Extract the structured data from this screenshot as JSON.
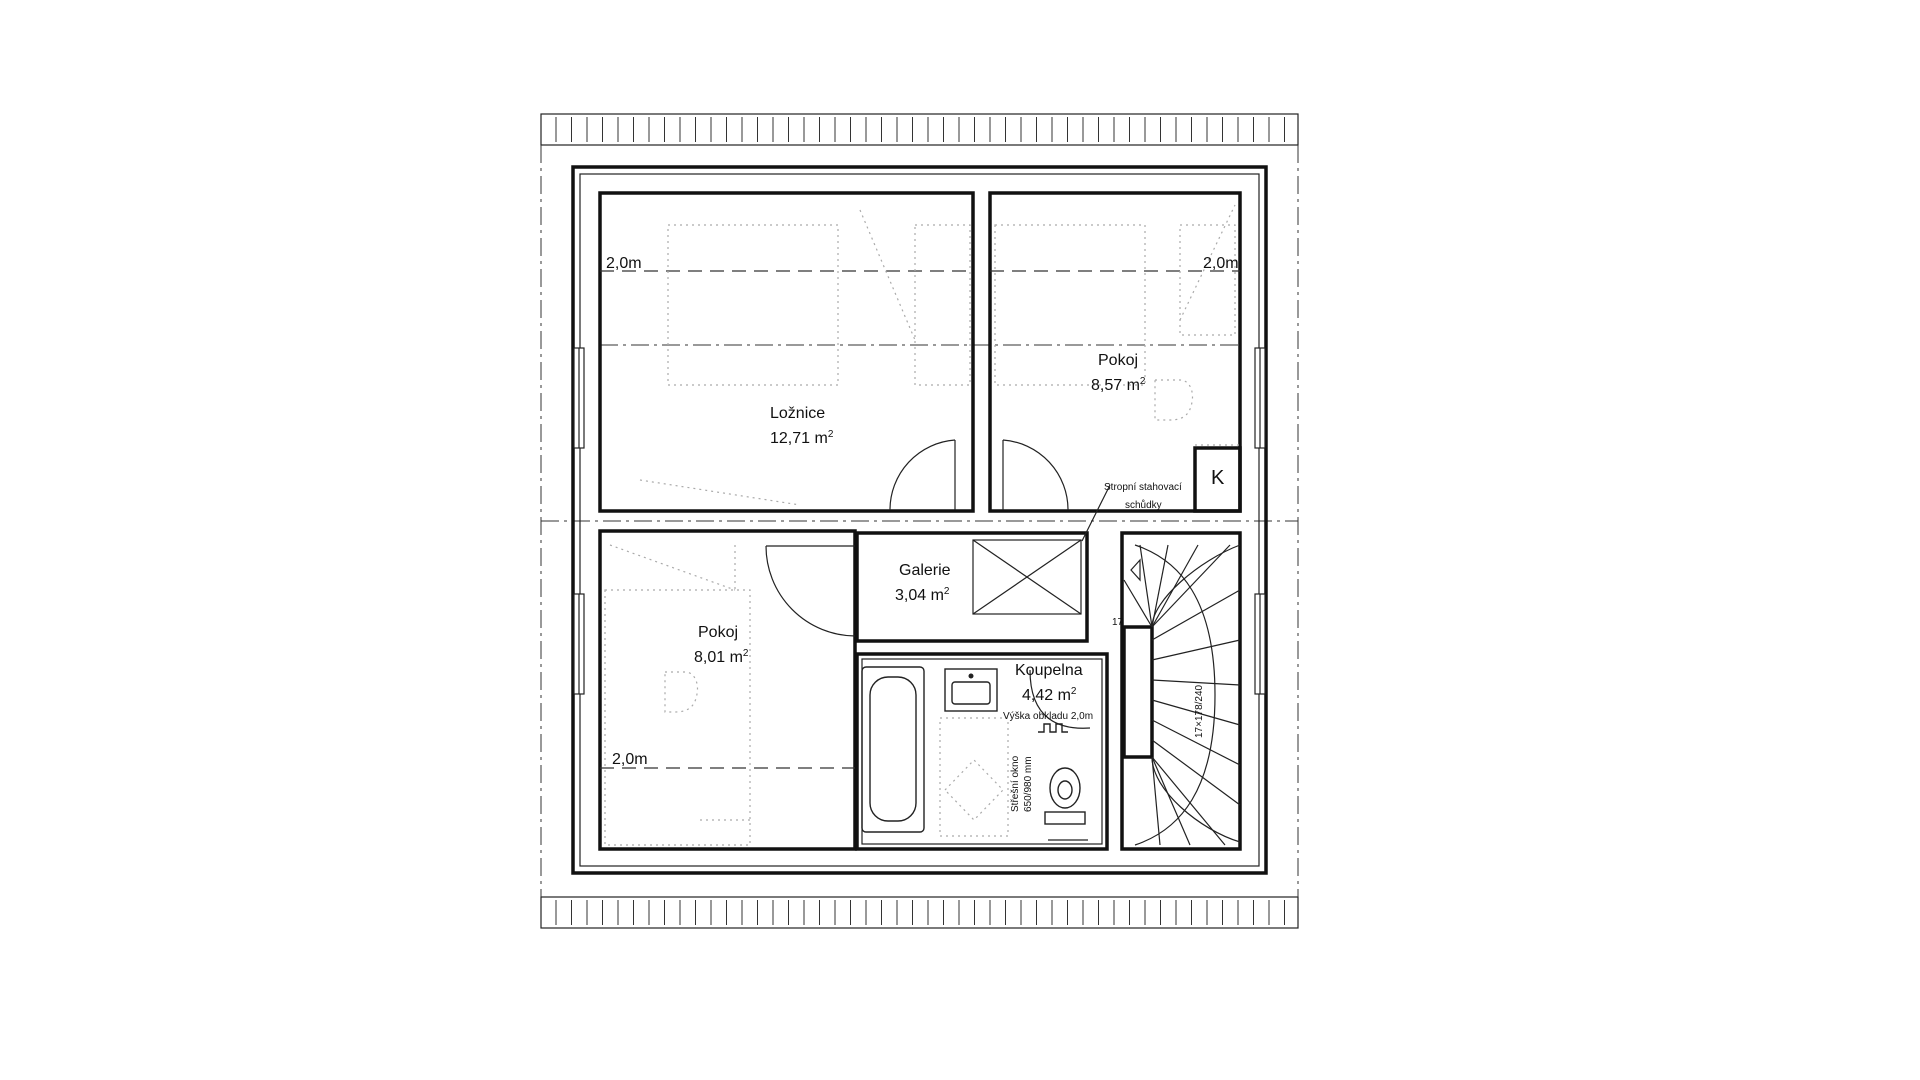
{
  "rooms": {
    "loznice": {
      "name": "Ložnice",
      "area": "12,71 m",
      "sup": "2"
    },
    "pokoj_top": {
      "name": "Pokoj",
      "area": "8,57 m",
      "sup": "2"
    },
    "galerie": {
      "name": "Galerie",
      "area": "3,04 m",
      "sup": "2"
    },
    "pokoj_bottom": {
      "name": "Pokoj",
      "area": "8,01 m",
      "sup": "2"
    },
    "koupelna": {
      "name": "Koupelna",
      "area": "4,42 m",
      "sup": "2",
      "tile_height": "Výška obkladu 2,0m"
    }
  },
  "heights": {
    "loznice": "2,0m",
    "pokoj_top": "2,0m",
    "pokoj_bottom": "2,0m"
  },
  "annotations": {
    "ladder_line1": "Stropní stahovací",
    "ladder_line2": "schůdky",
    "chimney": "K",
    "roof_window_line1": "Střešní okno",
    "roof_window_line2": "650/980 mm",
    "stair_count": "17",
    "stair_spec": "17×178/240"
  }
}
